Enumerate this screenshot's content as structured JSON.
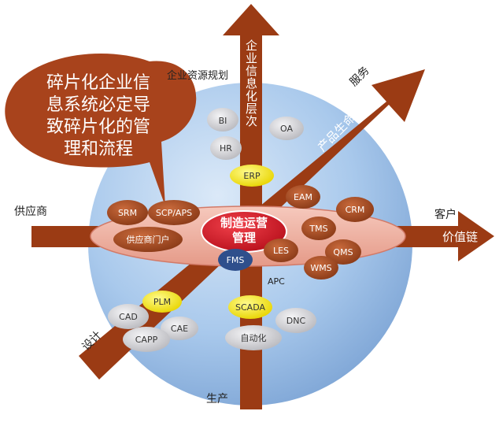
{
  "bubble": {
    "lines": [
      "碎片化企业信",
      "息系统必定导",
      "致碎片化的管",
      "理和流程"
    ]
  },
  "center": {
    "lines": [
      "制造运营",
      "管理"
    ]
  },
  "axes": {
    "vertical": "企业信息化层次",
    "diagonal_up": "产品生命周期",
    "horizontal": "价值链"
  },
  "outer_labels": {
    "top_left": "企业资源规划",
    "supplier": "供应商",
    "customer": "客户",
    "service": "服务",
    "design": "设计",
    "production": "生产",
    "apc": "APC"
  },
  "nodes": {
    "bi": "BI",
    "oa": "OA",
    "hr": "HR",
    "erp": "ERP",
    "eam": "EAM",
    "crm": "CRM",
    "tms": "TMS",
    "les": "LES",
    "qms": "QMS",
    "wms": "WMS",
    "srm": "SRM",
    "scp_aps": "SCP/APS",
    "supplier_portal": "供应商门户",
    "fms": "FMS",
    "plm": "PLM",
    "cad": "CAD",
    "cae": "CAE",
    "capp": "CAPP",
    "scada": "SCADA",
    "dnc": "DNC",
    "automation": "自动化"
  },
  "colors": {
    "arrow": "#9b3b14",
    "node_brown": "#9d4520",
    "node_gray": "#c8c8cc",
    "node_yellow": "#f7ec1a",
    "node_blue": "#2f4f8c",
    "globe": "#9cc1e8",
    "disk": "#f1b7a8",
    "center_red": "#d91f2b"
  }
}
